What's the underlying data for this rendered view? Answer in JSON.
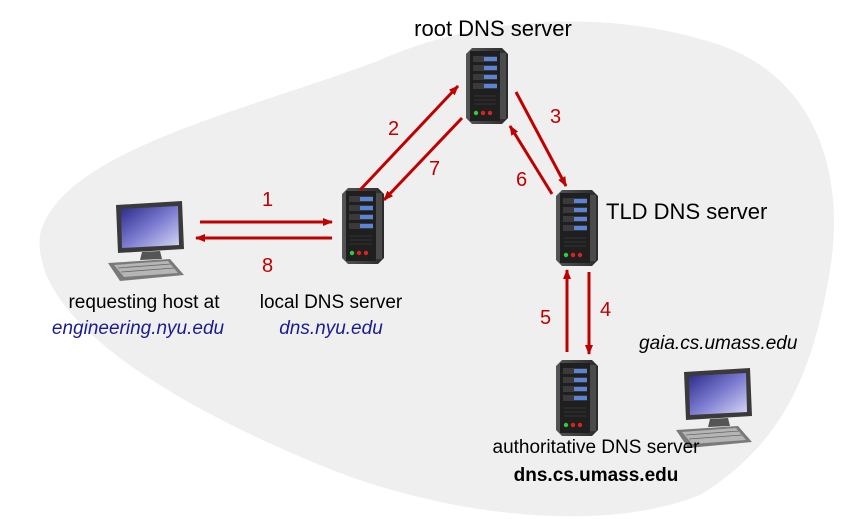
{
  "labels": {
    "root_server": "root DNS server",
    "tld_server": "TLD DNS server",
    "requesting_host_title": "requesting host at",
    "requesting_host_name": "engineering.nyu.edu",
    "local_server_title": "local DNS server",
    "local_server_name": "dns.nyu.edu",
    "remote_host_name": "gaia.cs.umass.edu",
    "auth_server_title": "authoritative DNS server",
    "auth_server_name": "dns.cs.umass.edu"
  },
  "steps": [
    "1",
    "2",
    "3",
    "4",
    "5",
    "6",
    "7",
    "8"
  ],
  "colors": {
    "arrow": "#c00000",
    "host_name_text": "#1c1c8f",
    "server_body": "#262626",
    "background_blob": "#ededed"
  },
  "icons": {
    "server": "server-tower-icon",
    "host": "desktop-computer-icon"
  }
}
